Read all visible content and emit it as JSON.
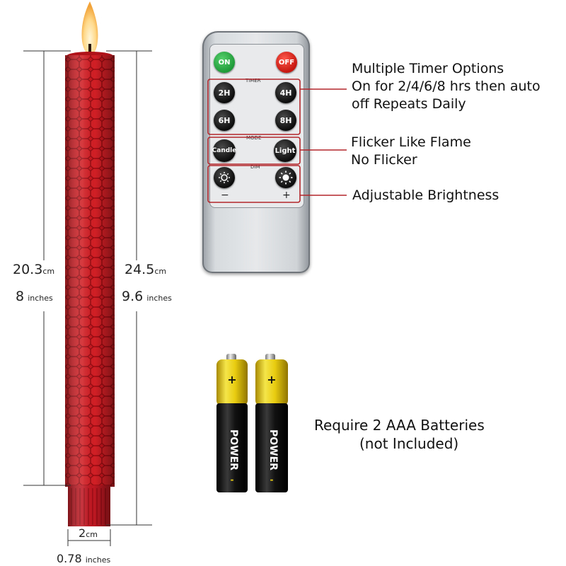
{
  "candle": {
    "color": "#c8161d",
    "height_inner_value": "20.3",
    "height_inner_unit": "cm",
    "height_inner_in_value": "8",
    "height_inner_in_unit": "inches",
    "height_total_value": "24.5",
    "height_total_unit": "cm",
    "height_total_in_value": "9.6",
    "height_total_in_unit": "inches",
    "width_value": "2",
    "width_unit": "cm",
    "width_in_value": "0.78",
    "width_in_unit": "inches"
  },
  "remote": {
    "on_label": "ON",
    "off_label": "OFF",
    "timer_label": "TIMER",
    "timer_buttons": [
      "2H",
      "4H",
      "6H",
      "8H"
    ],
    "mode_label": "MODE",
    "mode_buttons": [
      "Candle",
      "Light"
    ],
    "dim_label": "DIM",
    "dim_minus": "−",
    "dim_plus": "+",
    "on_color": "#2bb34a",
    "off_color": "#e8241c"
  },
  "callouts": {
    "timer_line1": "Multiple Timer Options",
    "timer_line2": "On for 2/4/6/8 hrs then auto",
    "timer_line3": "off Repeats Daily",
    "mode_line1": "Flicker Like Flame",
    "mode_line2": "No Flicker",
    "dim_line1": "Adjustable Brightness",
    "line_color": "#b3262b"
  },
  "batteries": {
    "brand": "POWER",
    "line1": "Require 2 AAA Batteries",
    "line2": "(not Included)"
  }
}
